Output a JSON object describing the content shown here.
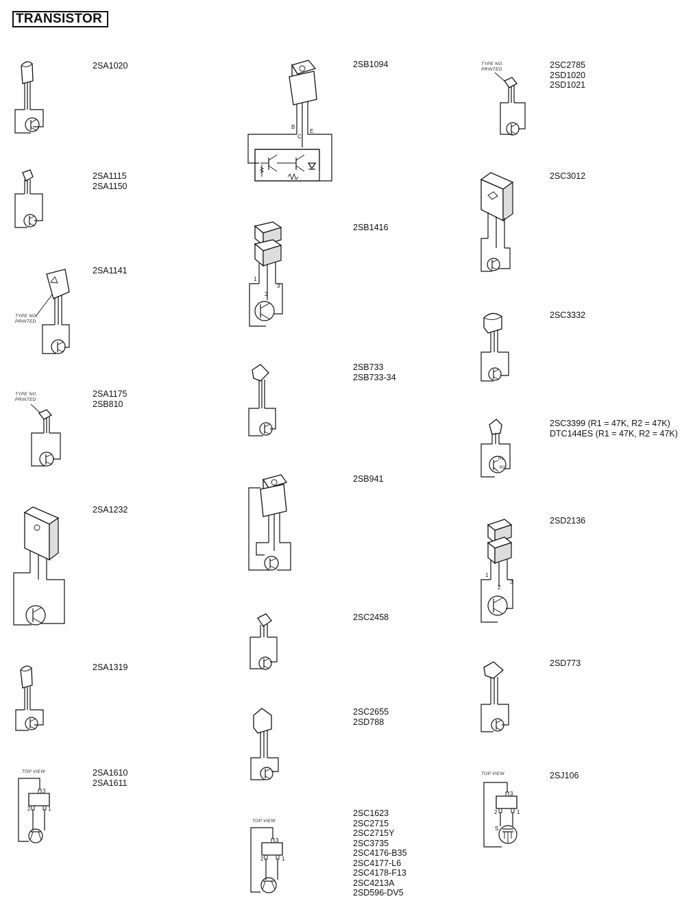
{
  "header": {
    "title": "TRANSISTOR"
  },
  "notes": {
    "type_no_printed_line1": "TYPE NO.",
    "type_no_printed_line2": "PRINTED",
    "top_view": "TOP VIEW"
  },
  "pin_labels": {
    "b": "B",
    "c": "C",
    "e": "E",
    "n1": "1",
    "n2": "2",
    "n3": "3",
    "s": "S",
    "r1": "R1",
    "r2": "R2"
  },
  "col1": [
    {
      "parts": [
        "2SA1020"
      ]
    },
    {
      "parts": [
        "2SA1115",
        "2SA1150"
      ]
    },
    {
      "parts": [
        "2SA1141"
      ]
    },
    {
      "parts": [
        "2SA1175",
        "2SB810"
      ]
    },
    {
      "parts": [
        "2SA1232"
      ]
    },
    {
      "parts": [
        "2SA1319"
      ]
    },
    {
      "parts": [
        "2SA1610",
        "2SA1611"
      ]
    }
  ],
  "col2": [
    {
      "parts": [
        "2SB1094"
      ]
    },
    {
      "parts": [
        "2SB1416"
      ]
    },
    {
      "parts": [
        "2SB733",
        "2SB733-34"
      ]
    },
    {
      "parts": [
        "2SB941"
      ]
    },
    {
      "parts": [
        "2SC2458"
      ]
    },
    {
      "parts": [
        "2SC2655",
        "2SD788"
      ]
    },
    {
      "parts": [
        "2SC1623",
        "2SC2715",
        "2SC2715Y",
        "2SC3735",
        "2SC4176-B35",
        "2SC4177-L6",
        "2SC4178-F13",
        "2SC4213A",
        "2SD596-DV5"
      ]
    }
  ],
  "col3": [
    {
      "parts": [
        "2SC2785",
        "2SD1020",
        "2SD1021"
      ]
    },
    {
      "parts": [
        "2SC3012"
      ]
    },
    {
      "parts": [
        "2SC3332"
      ]
    },
    {
      "parts": [
        "2SC3399  (R1 = 47K,  R2 = 47K)",
        "DTC144ES  (R1 = 47K,  R2 = 47K)"
      ]
    },
    {
      "parts": [
        "2SD2136"
      ]
    },
    {
      "parts": [
        "2SD773"
      ]
    },
    {
      "parts": [
        "2SJ106"
      ]
    }
  ]
}
